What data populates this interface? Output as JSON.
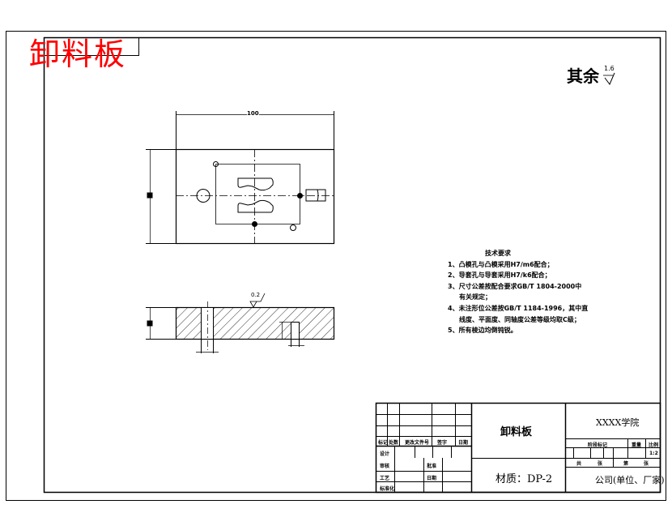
{
  "drawing": {
    "title_stamp": "卸料板",
    "surface_finish": {
      "label": "其余",
      "roughness": "1.6"
    },
    "flatness_mark": "0.2",
    "dimensions": {
      "width": "100"
    },
    "technical_requirements": {
      "title": "技术要求",
      "items": [
        "1、凸模孔与凸模采用H7/m6配合；",
        "2、导套孔与导套采用H7/k6配合；",
        "3、尺寸公差按配合要求GB/T 1804-2000中",
        "有关规定；",
        "4、未注形位公差按GB/T 1184-1996，其中直",
        "线度、平面度、同轴度公差等级均取C级；",
        "5、所有棱边均倒钝锐。"
      ]
    }
  },
  "title_block": {
    "part_name": "卸料板",
    "material": "材质：DP-2",
    "school": "XXXX学院",
    "company": "公司(单位、厂家)",
    "headers": [
      "标记",
      "处数",
      "更改文件号",
      "签字",
      "日期"
    ],
    "rows": [
      "设计",
      "审核",
      "工艺",
      "标准化",
      "批准",
      "日期"
    ],
    "stage_label": "阶段标记",
    "weight_label": "重量",
    "scale_label": "比例",
    "scale_value": "1:2",
    "sheet_info": [
      "共",
      "张",
      "第",
      "张"
    ]
  }
}
